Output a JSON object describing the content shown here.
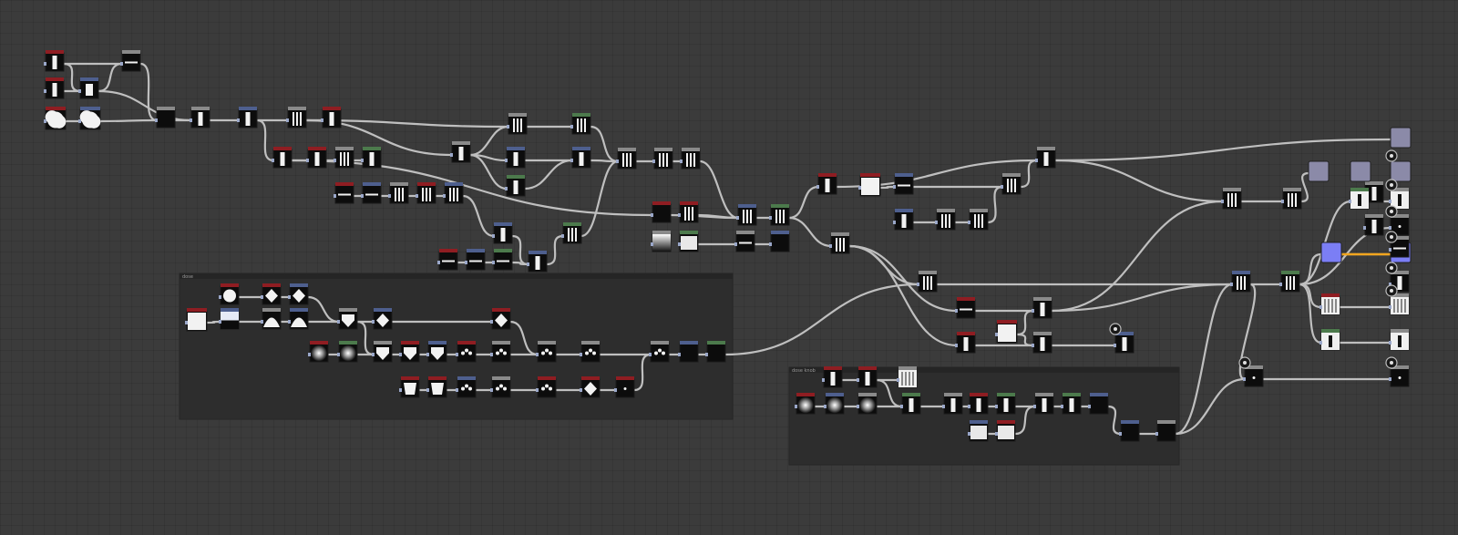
{
  "app": {
    "view": "node-graph",
    "background_color": "#3b3b3b"
  },
  "frames": [
    {
      "id": "frame-1",
      "label": "dose"
    },
    {
      "id": "frame-2",
      "label": "dose knob"
    }
  ],
  "colors": {
    "header_red": "#8f1d22",
    "header_blue": "#4e5f8e",
    "header_green": "#4c7a4c",
    "header_gray": "#8a8a8a",
    "node_body": "#0c0c0c",
    "output_node": "#8b8aa8",
    "output_node_blue": "#7b7ef5",
    "link": "#bfbfbf",
    "link_highlight": "#f2a51e",
    "frame_fill": "#2d2d2d"
  },
  "nodes": [
    {
      "id": "n001",
      "type": "red",
      "glyph": "bar"
    },
    {
      "id": "n002",
      "type": "red",
      "glyph": "bar"
    },
    {
      "id": "n003",
      "type": "red",
      "glyph": "blob"
    },
    {
      "id": "n004",
      "type": "blue",
      "glyph": "block"
    },
    {
      "id": "n005",
      "type": "blue",
      "glyph": "blob"
    },
    {
      "id": "n006",
      "type": "gray",
      "glyph": "dash"
    },
    {
      "id": "n007",
      "type": "gray",
      "glyph": "blank"
    },
    {
      "id": "n008",
      "type": "gray",
      "glyph": "bar"
    },
    {
      "id": "n009",
      "type": "blue",
      "glyph": "bar"
    },
    {
      "id": "n010",
      "type": "gray",
      "glyph": "bars"
    },
    {
      "id": "n011",
      "type": "red",
      "glyph": "bar"
    },
    {
      "id": "n012",
      "type": "red",
      "glyph": "bar"
    },
    {
      "id": "n013",
      "type": "red",
      "glyph": "bar"
    },
    {
      "id": "n014",
      "type": "gray",
      "glyph": "bars"
    },
    {
      "id": "n015",
      "type": "green",
      "glyph": "bar"
    },
    {
      "id": "n016",
      "type": "red",
      "glyph": "dash"
    },
    {
      "id": "n017",
      "type": "blue",
      "glyph": "dash"
    },
    {
      "id": "n018",
      "type": "gray",
      "glyph": "bars"
    },
    {
      "id": "n019",
      "type": "red",
      "glyph": "bars"
    },
    {
      "id": "n020",
      "type": "blue",
      "glyph": "bars"
    },
    {
      "id": "n021",
      "type": "red",
      "glyph": "dash"
    },
    {
      "id": "n022",
      "type": "blue",
      "glyph": "dash"
    },
    {
      "id": "n023",
      "type": "green",
      "glyph": "dash"
    },
    {
      "id": "n024",
      "type": "gray",
      "glyph": "bar"
    },
    {
      "id": "n025",
      "type": "blue",
      "glyph": "bar"
    },
    {
      "id": "n026",
      "type": "green",
      "glyph": "bar"
    },
    {
      "id": "n027",
      "type": "gray",
      "glyph": "bars"
    },
    {
      "id": "n028",
      "type": "green",
      "glyph": "bars"
    },
    {
      "id": "n029",
      "type": "blue",
      "glyph": "bar"
    },
    {
      "id": "n030",
      "type": "blue",
      "glyph": "bar"
    },
    {
      "id": "n031",
      "type": "blue",
      "glyph": "bar"
    },
    {
      "id": "n032",
      "type": "gray",
      "glyph": "bars"
    },
    {
      "id": "n033",
      "type": "gray",
      "glyph": "bars"
    },
    {
      "id": "n034",
      "type": "gray",
      "glyph": "bars"
    },
    {
      "id": "n035",
      "type": "green",
      "glyph": "bars"
    },
    {
      "id": "n036",
      "type": "red",
      "glyph": "blank"
    },
    {
      "id": "n037",
      "type": "red",
      "glyph": "bars"
    },
    {
      "id": "n038",
      "type": "gray",
      "glyph": "gradient"
    },
    {
      "id": "n039",
      "type": "green",
      "glyph": "whitebox"
    },
    {
      "id": "n040",
      "type": "blue",
      "glyph": "bars"
    },
    {
      "id": "n041",
      "type": "green",
      "glyph": "bars"
    },
    {
      "id": "n042",
      "type": "gray",
      "glyph": "dash"
    },
    {
      "id": "n043",
      "type": "blue",
      "glyph": "blank"
    },
    {
      "id": "n044",
      "type": "gray",
      "glyph": "bars"
    },
    {
      "id": "n045",
      "type": "red",
      "glyph": "bar"
    },
    {
      "id": "n046",
      "type": "red",
      "glyph": "white"
    },
    {
      "id": "n047",
      "type": "blue",
      "glyph": "dash"
    },
    {
      "id": "n048",
      "type": "blue",
      "glyph": "bar"
    },
    {
      "id": "n049",
      "type": "gray",
      "glyph": "bars"
    },
    {
      "id": "n050",
      "type": "gray",
      "glyph": "bars"
    },
    {
      "id": "n051",
      "type": "gray",
      "glyph": "bars"
    },
    {
      "id": "n052",
      "type": "gray",
      "glyph": "bar"
    },
    {
      "id": "n053",
      "type": "gray",
      "glyph": "bars"
    },
    {
      "id": "n054",
      "type": "red",
      "glyph": "dash"
    },
    {
      "id": "n055",
      "type": "red",
      "glyph": "white"
    },
    {
      "id": "n056",
      "type": "red",
      "glyph": "bar"
    },
    {
      "id": "n057",
      "type": "gray",
      "glyph": "bar"
    },
    {
      "id": "n058",
      "type": "gray",
      "glyph": "bar"
    },
    {
      "id": "n059",
      "type": "blue",
      "glyph": "bar"
    },
    {
      "id": "n060",
      "type": "blue",
      "glyph": "bars"
    },
    {
      "id": "n061",
      "type": "green",
      "glyph": "bars"
    },
    {
      "id": "n062",
      "type": "gray",
      "glyph": "bars"
    },
    {
      "id": "n063",
      "type": "gray",
      "glyph": "bars"
    },
    {
      "id": "n064",
      "type": "gray",
      "glyph": "bar"
    },
    {
      "id": "n065",
      "type": "gray",
      "glyph": "bar"
    },
    {
      "id": "n066",
      "type": "gray",
      "glyph": "dot"
    },
    {
      "id": "n067",
      "type": "output",
      "glyph": "blank"
    },
    {
      "id": "n068",
      "type": "output",
      "glyph": "blank"
    },
    {
      "id": "n069",
      "type": "output",
      "glyph": "blank"
    },
    {
      "id": "n070",
      "type": "output",
      "glyph": "blank"
    },
    {
      "id": "n071",
      "type": "green",
      "glyph": "whitebar"
    },
    {
      "id": "n072",
      "type": "gray",
      "glyph": "whitebar"
    },
    {
      "id": "n073",
      "type": "gray",
      "glyph": "dot"
    },
    {
      "id": "n074",
      "type": "outputblue",
      "glyph": "blank"
    },
    {
      "id": "n075",
      "type": "outputblue",
      "glyph": "blank"
    },
    {
      "id": "n076",
      "type": "gray",
      "glyph": "bar"
    },
    {
      "id": "n077",
      "type": "red",
      "glyph": "whitebars"
    },
    {
      "id": "n078",
      "type": "gray",
      "glyph": "whitebars"
    },
    {
      "id": "n079",
      "type": "green",
      "glyph": "whitebar"
    },
    {
      "id": "n080",
      "type": "gray",
      "glyph": "whitebar"
    },
    {
      "id": "n081",
      "type": "gray",
      "glyph": "dot"
    },
    {
      "id": "n082",
      "type": "gray",
      "glyph": "dash"
    },
    {
      "id": "n083",
      "type": "red",
      "glyph": "circle"
    },
    {
      "id": "n084",
      "type": "red",
      "glyph": "diamond"
    },
    {
      "id": "n085",
      "type": "blue",
      "glyph": "diamond"
    },
    {
      "id": "n086",
      "type": "red",
      "glyph": "white"
    },
    {
      "id": "n087",
      "type": "blue",
      "glyph": "halfblue"
    },
    {
      "id": "n088",
      "type": "gray",
      "glyph": "dome"
    },
    {
      "id": "n089",
      "type": "blue",
      "glyph": "dome"
    },
    {
      "id": "n090",
      "type": "gray",
      "glyph": "shield"
    },
    {
      "id": "n091",
      "type": "blue",
      "glyph": "diamond"
    },
    {
      "id": "n092",
      "type": "red",
      "glyph": "diamond"
    },
    {
      "id": "n093",
      "type": "red",
      "glyph": "glow"
    },
    {
      "id": "n094",
      "type": "green",
      "glyph": "glow"
    },
    {
      "id": "n095",
      "type": "gray",
      "glyph": "shield"
    },
    {
      "id": "n096",
      "type": "red",
      "glyph": "shield"
    },
    {
      "id": "n097",
      "type": "blue",
      "glyph": "shield"
    },
    {
      "id": "n098",
      "type": "red",
      "glyph": "dots"
    },
    {
      "id": "n099",
      "type": "gray",
      "glyph": "dots"
    },
    {
      "id": "n100",
      "type": "gray",
      "glyph": "dots"
    },
    {
      "id": "n101",
      "type": "gray",
      "glyph": "dots"
    },
    {
      "id": "n102",
      "type": "gray",
      "glyph": "dots"
    },
    {
      "id": "n103",
      "type": "blue",
      "glyph": "blank"
    },
    {
      "id": "n104",
      "type": "green",
      "glyph": "blank"
    },
    {
      "id": "n105",
      "type": "red",
      "glyph": "shape"
    },
    {
      "id": "n106",
      "type": "red",
      "glyph": "shape"
    },
    {
      "id": "n107",
      "type": "blue",
      "glyph": "dots"
    },
    {
      "id": "n108",
      "type": "gray",
      "glyph": "dots"
    },
    {
      "id": "n109",
      "type": "red",
      "glyph": "dots"
    },
    {
      "id": "n110",
      "type": "red",
      "glyph": "diamond"
    },
    {
      "id": "n111",
      "type": "red",
      "glyph": "dot"
    },
    {
      "id": "n112",
      "type": "red",
      "glyph": "bar"
    },
    {
      "id": "n113",
      "type": "red",
      "glyph": "bar"
    },
    {
      "id": "n114",
      "type": "gray",
      "glyph": "whitebars"
    },
    {
      "id": "n115",
      "type": "red",
      "glyph": "glow"
    },
    {
      "id": "n116",
      "type": "blue",
      "glyph": "glow"
    },
    {
      "id": "n117",
      "type": "gray",
      "glyph": "glow"
    },
    {
      "id": "n118",
      "type": "green",
      "glyph": "bar"
    },
    {
      "id": "n119",
      "type": "gray",
      "glyph": "bar"
    },
    {
      "id": "n120",
      "type": "red",
      "glyph": "bar"
    },
    {
      "id": "n121",
      "type": "green",
      "glyph": "bar"
    },
    {
      "id": "n122",
      "type": "gray",
      "glyph": "bar"
    },
    {
      "id": "n123",
      "type": "green",
      "glyph": "bar"
    },
    {
      "id": "n124",
      "type": "blue",
      "glyph": "blank"
    },
    {
      "id": "n125",
      "type": "blue",
      "glyph": "whitebox"
    },
    {
      "id": "n126",
      "type": "red",
      "glyph": "whitebox"
    },
    {
      "id": "n127",
      "type": "blue",
      "glyph": "blank"
    },
    {
      "id": "n128",
      "type": "gray",
      "glyph": "blank"
    }
  ]
}
